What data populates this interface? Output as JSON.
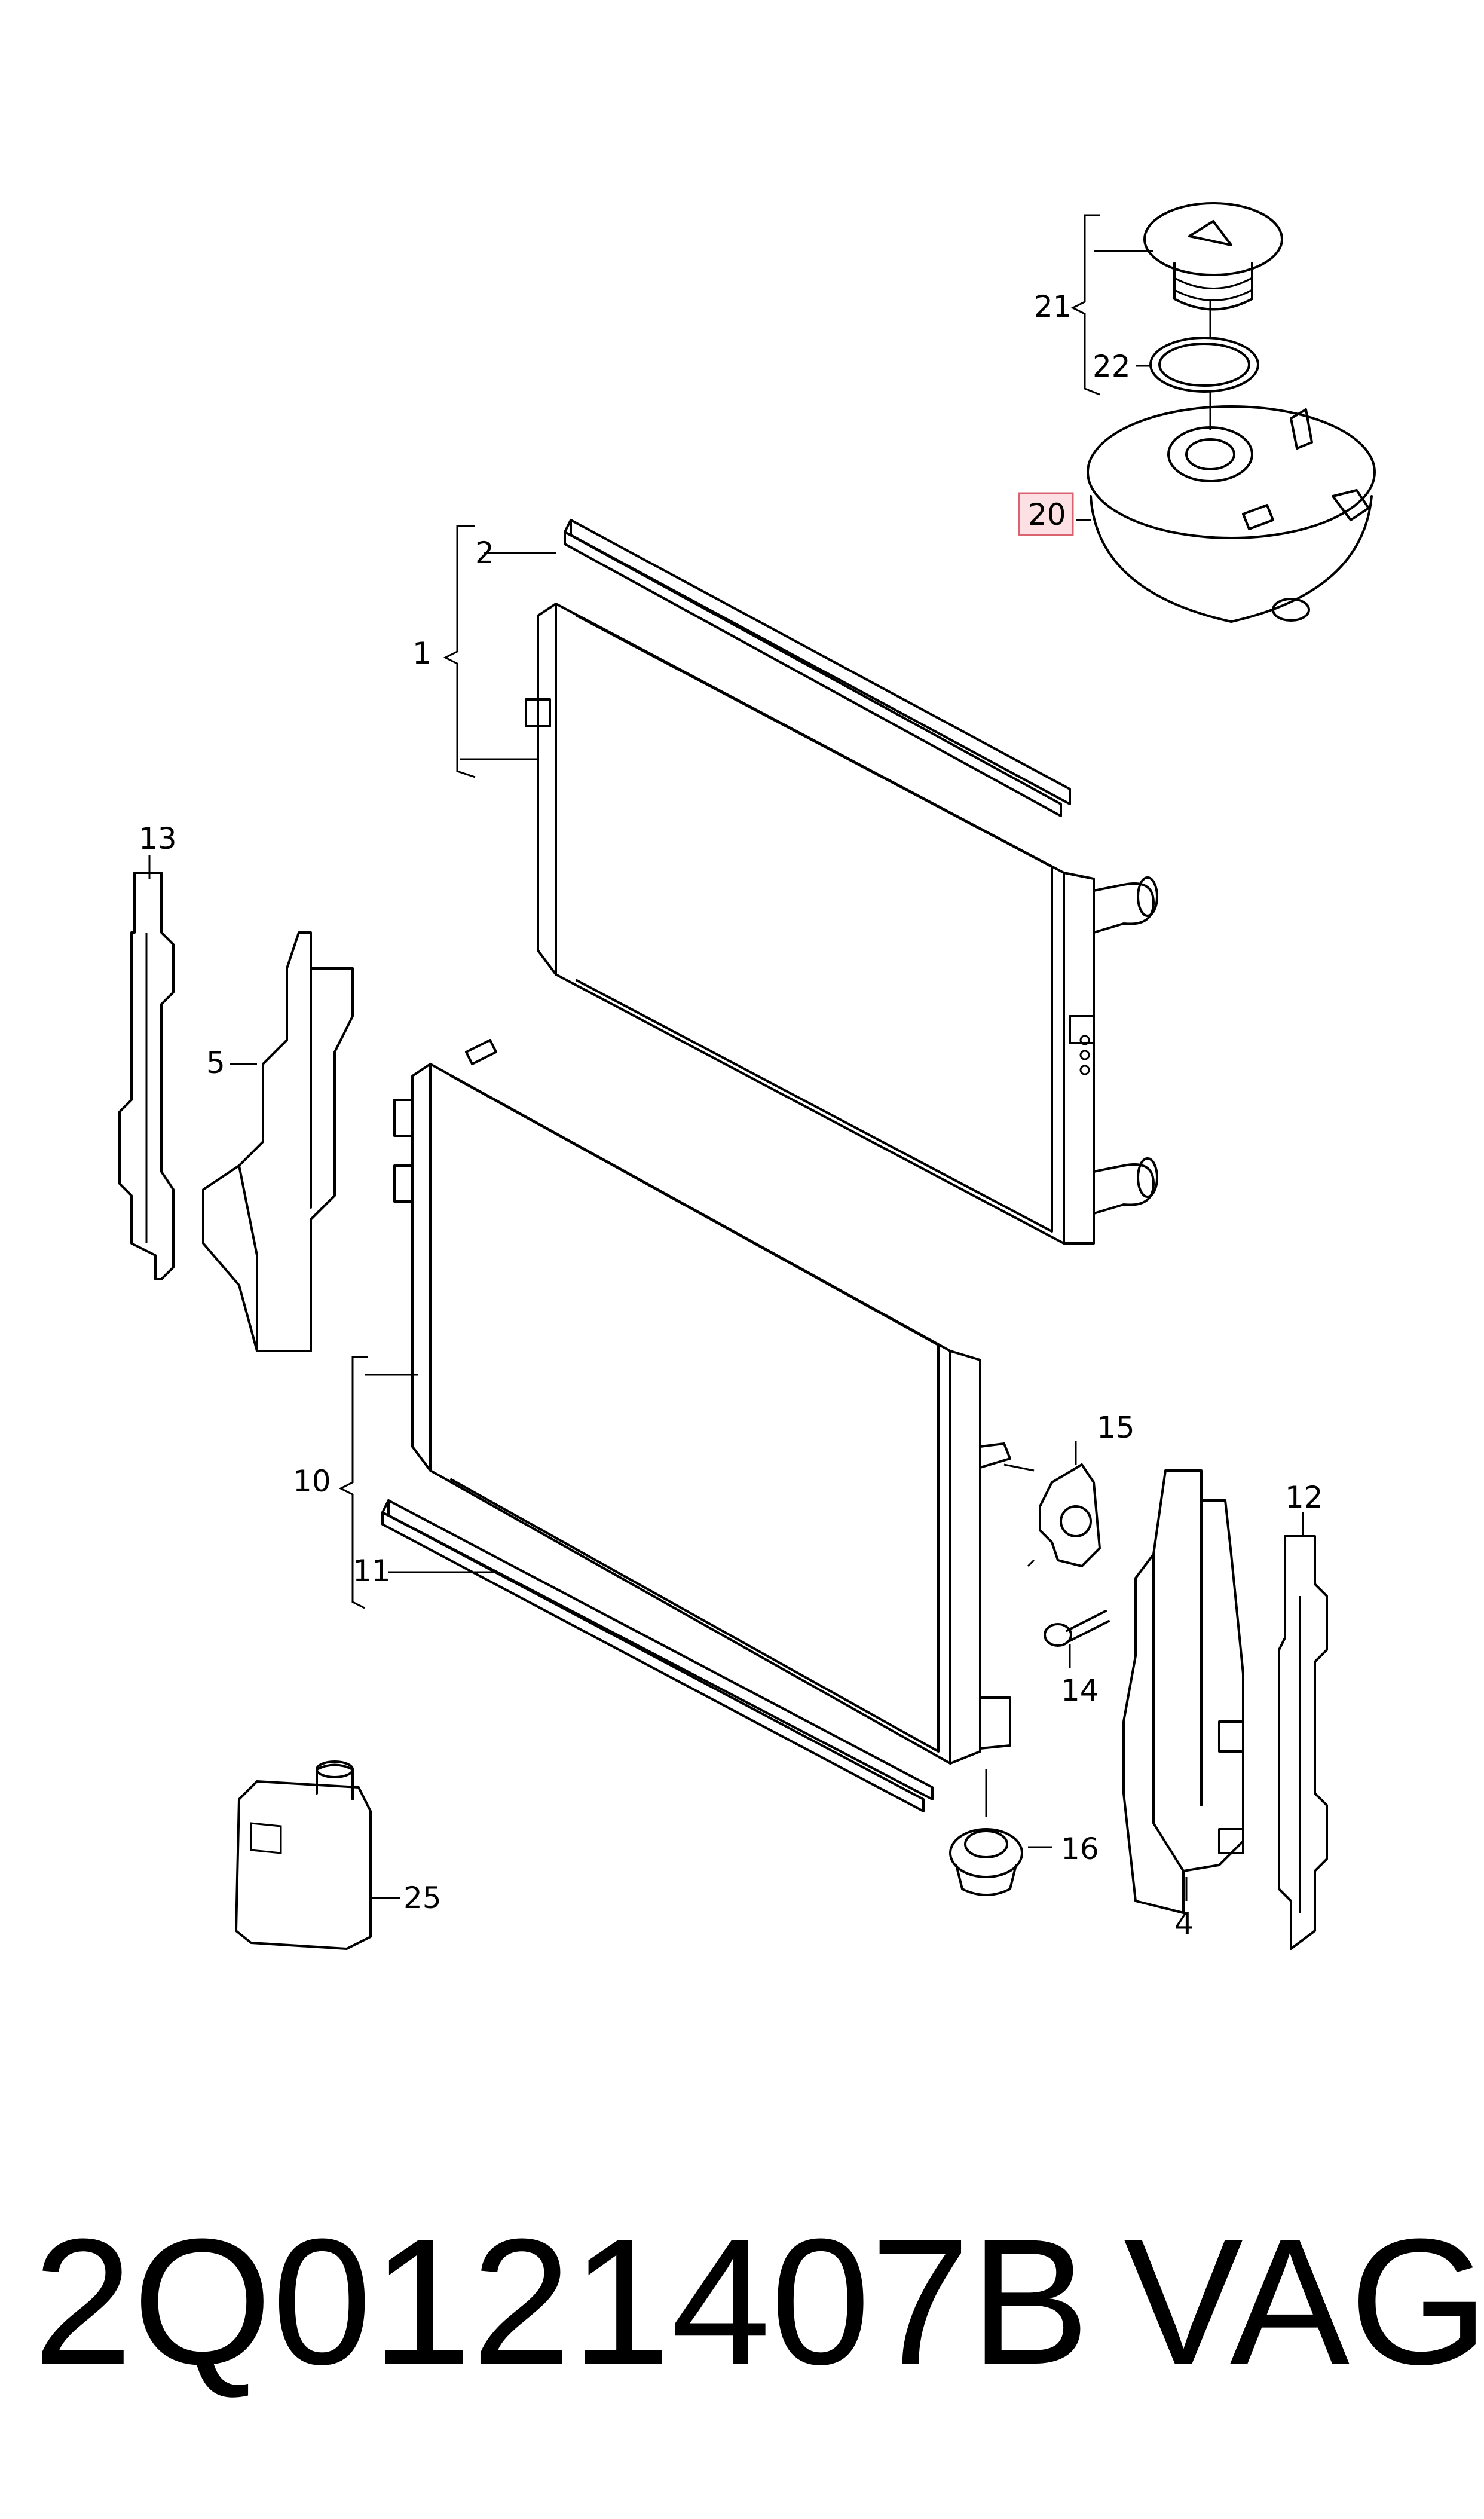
{
  "diagram": {
    "callouts": [
      {
        "id": "c1",
        "text": "1"
      },
      {
        "id": "c2",
        "text": "2"
      },
      {
        "id": "c4",
        "text": "4"
      },
      {
        "id": "c5",
        "text": "5"
      },
      {
        "id": "c10",
        "text": "10"
      },
      {
        "id": "c11",
        "text": "11"
      },
      {
        "id": "c12",
        "text": "12"
      },
      {
        "id": "c13",
        "text": "13"
      },
      {
        "id": "c14",
        "text": "14"
      },
      {
        "id": "c15",
        "text": "15"
      },
      {
        "id": "c16",
        "text": "16"
      },
      {
        "id": "c20",
        "text": "20",
        "highlighted": true
      },
      {
        "id": "c21",
        "text": "21"
      },
      {
        "id": "c22",
        "text": "22"
      },
      {
        "id": "c25",
        "text": "25"
      }
    ],
    "highlight_color": "#fde0e4",
    "highlight_border_color": "#d9646f"
  },
  "footer": {
    "part_number": "2Q0121407B",
    "brand": "VAG"
  }
}
